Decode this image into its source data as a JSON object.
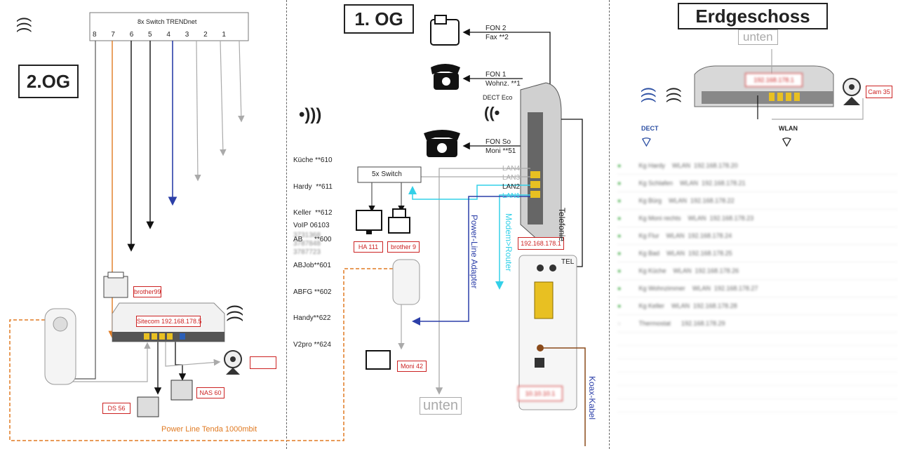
{
  "left": {
    "switch_title": "8x Switch TRENDnet",
    "switch_ports": [
      "8",
      "7",
      "6",
      "5",
      "4",
      "3",
      "2",
      "1"
    ],
    "floor_label": "2.OG",
    "printer_label": "brother99",
    "router_label": "Sitecom 192.168.178.5",
    "ds_label": "DS 56",
    "nas_label": "NAS 60",
    "camera_label": "",
    "powerline_label": "Power Line Tenda 1000mbit"
  },
  "middle": {
    "floor_label": "1. OG",
    "fon2": [
      "FON 2",
      "Fax **2"
    ],
    "fon1": [
      "FON 1",
      "Wohnz. **1"
    ],
    "dect_eco": "DECT Eco",
    "fonso": [
      "FON So",
      "Moni **51"
    ],
    "dect_list": [
      "Küche **610",
      "Hardy  **611",
      "Keller  **612",
      "AB      **600",
      "ABJob**601",
      "ABFG **602",
      "Handy**622",
      "V2pro **624"
    ],
    "voip": "VoIP 06103",
    "voip_hidden": [
      "3731368",
      "3787848",
      "3787723"
    ],
    "switch5_label": "5x Switch",
    "lan_labels": [
      "LAN4",
      "LAN3",
      "LAN2",
      "LAN1"
    ],
    "ha_label": "HA 111",
    "brother_label": "brother 9",
    "moni_label": "Moni 42",
    "router_ip": "192.168.178.1",
    "tel_label": "TEL",
    "telefonie": "Telefonie",
    "modem_router": "Modem>Router",
    "powerline_adapter": "Power-Line Adapter",
    "koax": "Koax-Kabel",
    "unten": "unten",
    "modem_ip_hidden": "10.10.10.1"
  },
  "right": {
    "floor_label": "Erdgeschoss",
    "unten": "unten",
    "router_ip": "192.168.178.1",
    "cam_label": "Cam 35",
    "dect_label": "DECT",
    "wlan_label": "WLAN",
    "table_rows": [
      [
        "Kg Hardy",
        "WLAN",
        "192.168.178.20"
      ],
      [
        "Kg Schlafen",
        "WLAN",
        "192.168.178.21"
      ],
      [
        "Kg Bürg",
        "WLAN",
        "192.168.178.22"
      ],
      [
        "Kg Moni rechts",
        "WLAN",
        "192.168.178.23"
      ],
      [
        "Kg Flur",
        "WLAN",
        "192.168.178.24"
      ],
      [
        "Kg Bad",
        "WLAN",
        "192.168.178.25"
      ],
      [
        "Kg Küche",
        "WLAN",
        "192.168.178.26"
      ],
      [
        "Kg Wohnzimmer",
        "WLAN",
        "192.168.178.27"
      ],
      [
        "Kg Keller",
        "WLAN",
        "192.168.178.28"
      ],
      [
        "Thermostat",
        "",
        "192.168.178.29"
      ]
    ]
  },
  "colors": {
    "orange": "#e07a22",
    "blue": "#2c3fa8",
    "cyan": "#33d0e8",
    "red": "#c22222",
    "gray": "#9a9a9a",
    "brown": "#8a4a1a"
  }
}
